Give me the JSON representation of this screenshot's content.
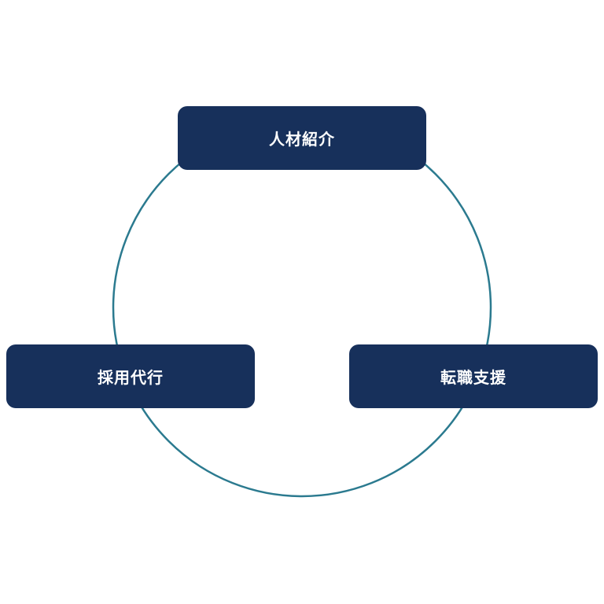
{
  "colors": {
    "node_fill": "#17305b",
    "node_text": "#ffffff",
    "ring_stroke": "#2b7a8f",
    "background": "#ffffff"
  },
  "nodes": {
    "top": {
      "label": "人材紹介"
    },
    "left": {
      "label": "採用代行"
    },
    "right": {
      "label": "転職支援"
    }
  }
}
